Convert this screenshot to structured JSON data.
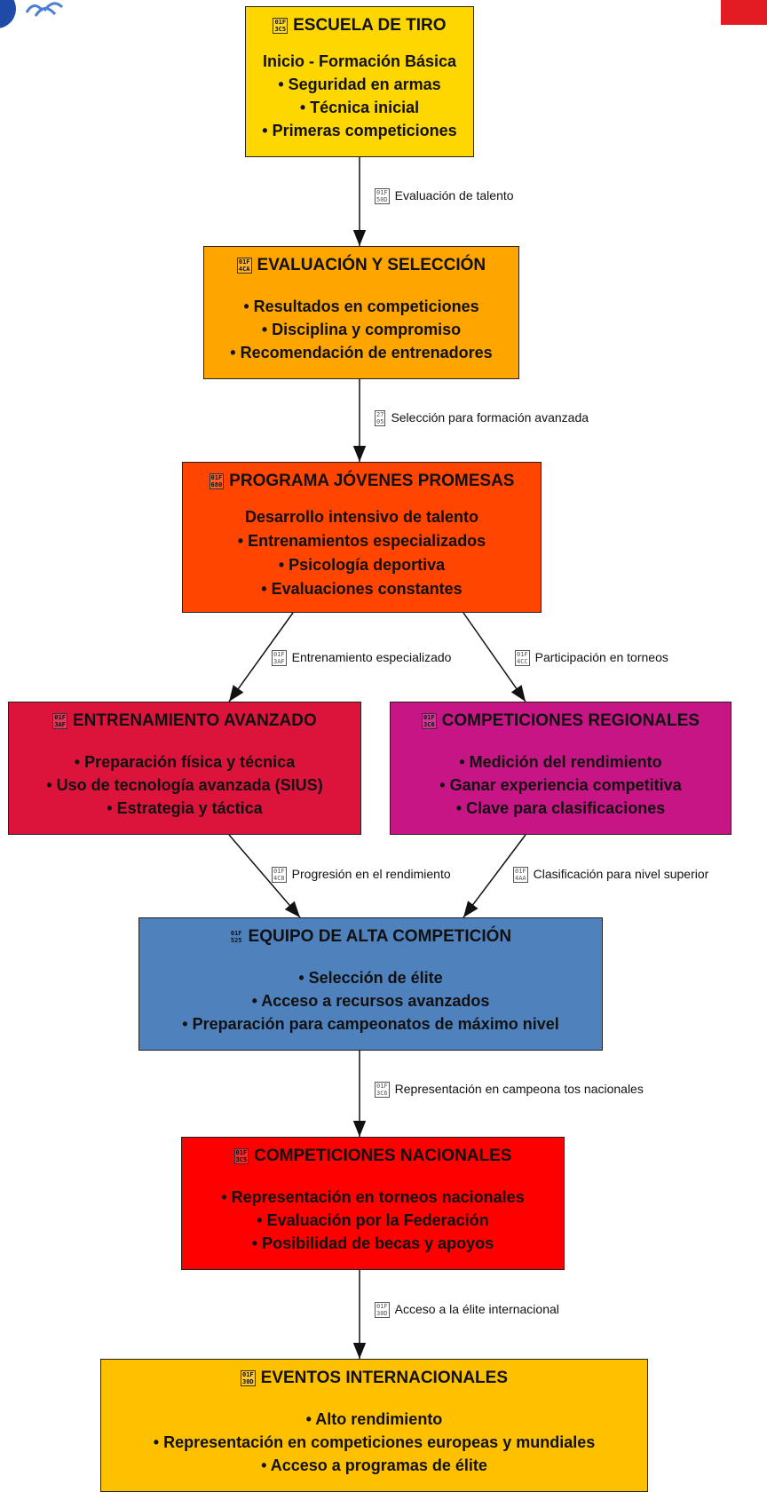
{
  "nodes": [
    {
      "id": "escuela",
      "glyph": [
        "01F",
        "3C5"
      ],
      "title": "ESCUELA DE TIRO",
      "lines": [
        "Inicio - Formación Básica",
        "• Seguridad en armas",
        "• Técnica inicial",
        "• Primeras competiciones"
      ],
      "color": "#ffd700"
    },
    {
      "id": "evaluacion",
      "glyph": [
        "01F",
        "4CA"
      ],
      "title": "EVALUACIÓN Y SELECCIÓN",
      "lines": [
        "• Resultados en competiciones",
        "• Disciplina y compromiso",
        "• Recomendación de entrenadores"
      ],
      "color": "#ffa500"
    },
    {
      "id": "promesas",
      "glyph": [
        "01F",
        "680"
      ],
      "title": "PROGRAMA JÓVENES PROMESAS",
      "lines": [
        "Desarrollo intensivo de talento",
        "• Entrenamientos especializados",
        "• Psicología deportiva",
        "• Evaluaciones constantes"
      ],
      "color": "#ff4500"
    },
    {
      "id": "avanzado",
      "glyph": [
        "01F",
        "3AF"
      ],
      "title": "ENTRENAMIENTO AVANZADO",
      "lines": [
        "• Preparación física y técnica",
        "• Uso de tecnología avanzada (SIUS)",
        "• Estrategia y táctica"
      ],
      "color": "#dc143c"
    },
    {
      "id": "regionales",
      "glyph": [
        "01F",
        "3C6"
      ],
      "title": "COMPETICIONES REGIONALES",
      "lines": [
        "• Medición del rendimiento",
        "• Ganar experiencia competitiva",
        "• Clave para clasificaciones"
      ],
      "color": "#c71585"
    },
    {
      "id": "alta",
      "glyph": [
        "01F",
        "525"
      ],
      "title": "EQUIPO DE ALTA COMPETICIÓN",
      "lines": [
        "• Selección de élite",
        "• Acceso a recursos avanzados",
        "• Preparación para campeonatos de máximo nivel"
      ],
      "color": "#4f81bd"
    },
    {
      "id": "nacionales",
      "glyph": [
        "01F",
        "3C5"
      ],
      "title": "COMPETICIONES NACIONALES",
      "lines": [
        "• Representación en torneos nacionales",
        "• Evaluación por la Federación",
        "• Posibilidad de becas y apoyos"
      ],
      "color": "#ff0000"
    },
    {
      "id": "internacionales",
      "glyph": [
        "01F",
        "30D"
      ],
      "title": "EVENTOS INTERNACIONALES",
      "lines": [
        "• Alto rendimiento",
        "• Representación en competiciones europeas y mundiales",
        "• Acceso a programas de élite"
      ],
      "color": "#ffc000"
    }
  ],
  "edges": [
    {
      "from": "escuela",
      "to": "evaluacion",
      "glyph": [
        "01F",
        "50D"
      ],
      "label": "Evaluación de talento"
    },
    {
      "from": "evaluacion",
      "to": "promesas",
      "glyph": [
        "27",
        "05"
      ],
      "label": "Selección para formación avanzada"
    },
    {
      "from": "promesas",
      "to": "avanzado",
      "glyph": [
        "01F",
        "3AF"
      ],
      "label": "Entrenamiento especializado"
    },
    {
      "from": "promesas",
      "to": "regionales",
      "glyph": [
        "01F",
        "4CC"
      ],
      "label": "Participación en torneos"
    },
    {
      "from": "avanzado",
      "to": "alta",
      "glyph": [
        "01F",
        "4C8"
      ],
      "label": "Progresión en el rendimiento"
    },
    {
      "from": "regionales",
      "to": "alta",
      "glyph": [
        "01F",
        "4AA"
      ],
      "label": "Clasificación para nivel superior"
    },
    {
      "from": "alta",
      "to": "nacionales",
      "glyph": [
        "01F",
        "3C6"
      ],
      "label": "Representación en campeona tos nacionales"
    },
    {
      "from": "nacionales",
      "to": "internacionales",
      "glyph": [
        "01F",
        "30D"
      ],
      "label": "Acceso a la élite internacional"
    }
  ]
}
